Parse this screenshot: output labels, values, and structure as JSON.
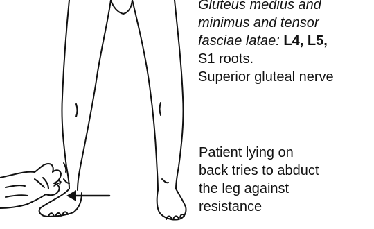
{
  "caption_top": {
    "line1": "Gluteus medius and",
    "line2": "minimus and tensor",
    "line3_italic": "fasciae latae: ",
    "line3_bold": "L4, L5,",
    "line4": "S1 roots.",
    "line5": "Superior gluteal nerve"
  },
  "caption_bottom": {
    "line1": "Patient lying on",
    "line2": "back tries to abduct",
    "line3": "the leg against",
    "line4": "resistance"
  },
  "colors": {
    "ink": "#111111",
    "background": "#ffffff"
  },
  "icons": {
    "arrow": "arrow-left-icon"
  }
}
